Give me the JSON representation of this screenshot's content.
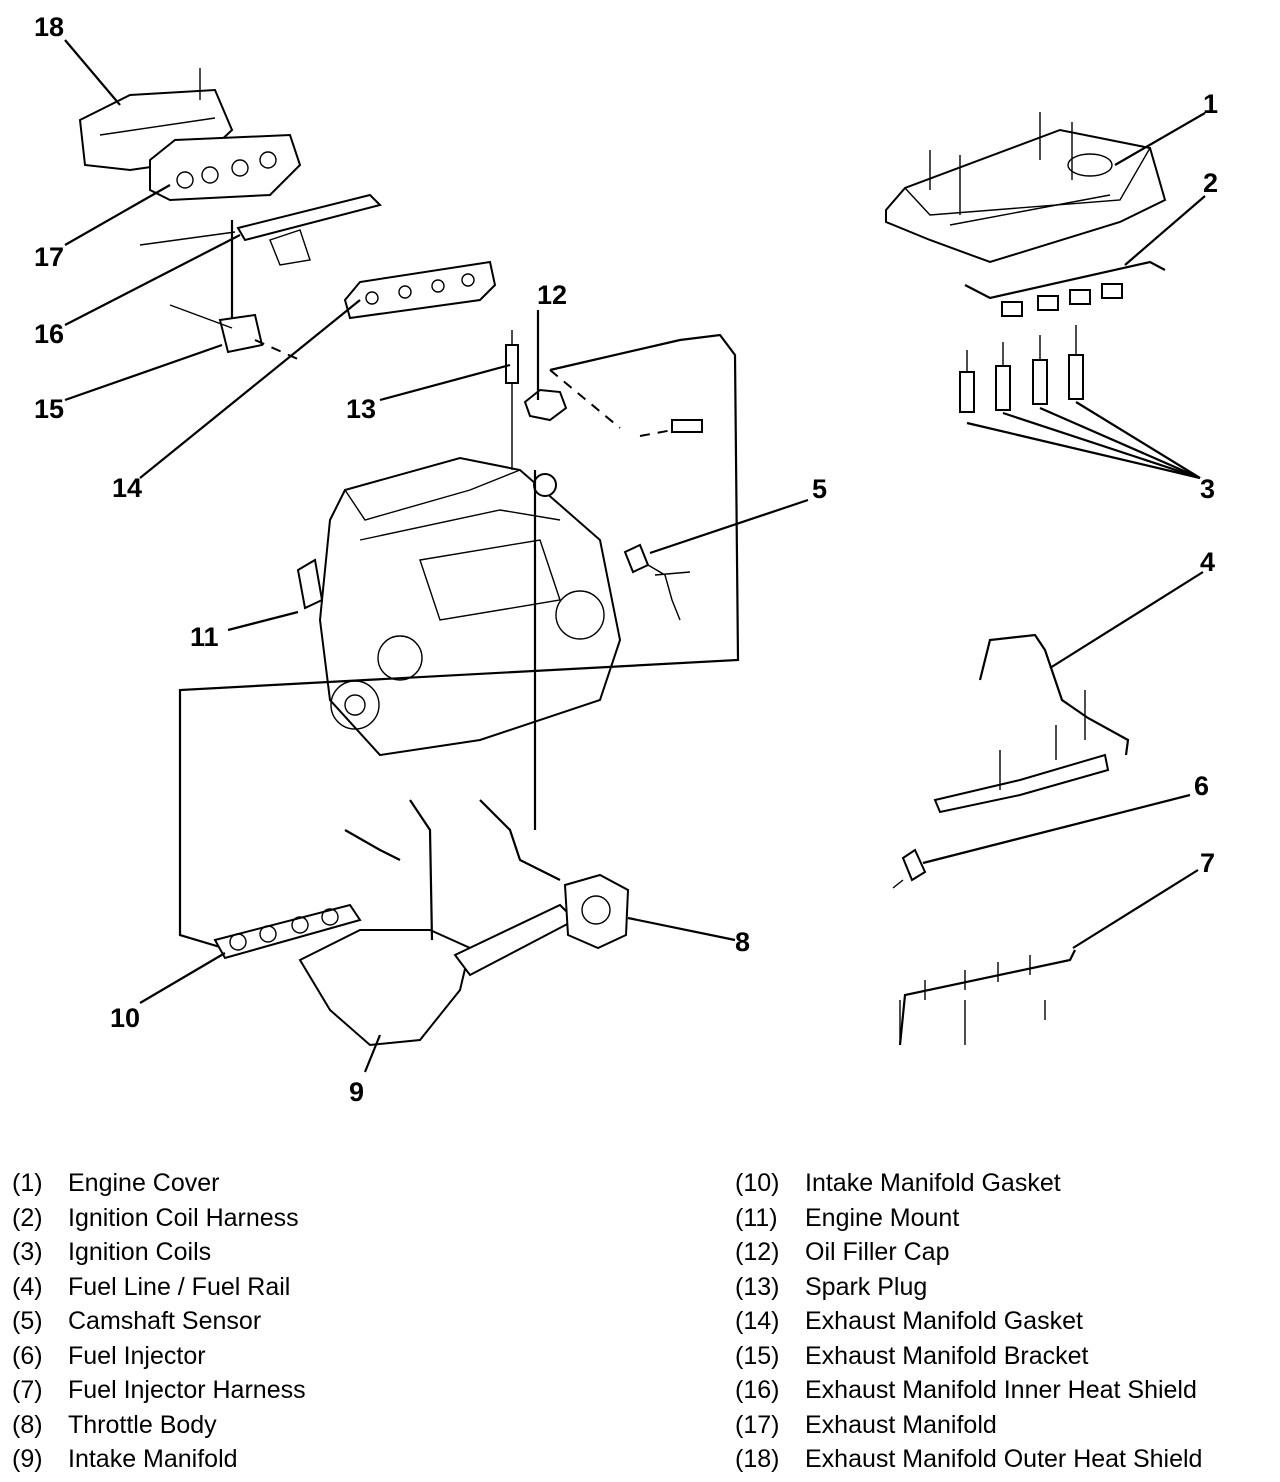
{
  "callouts": [
    "1",
    "2",
    "3",
    "4",
    "5",
    "6",
    "7",
    "8",
    "9",
    "10",
    "11",
    "12",
    "13",
    "14",
    "15",
    "16",
    "17",
    "18"
  ],
  "legend": {
    "left": [
      {
        "num": "(1)",
        "label": "Engine Cover"
      },
      {
        "num": "(2)",
        "label": "Ignition Coil Harness"
      },
      {
        "num": "(3)",
        "label": "Ignition Coils"
      },
      {
        "num": "(4)",
        "label": "Fuel Line / Fuel Rail"
      },
      {
        "num": "(5)",
        "label": "Camshaft Sensor"
      },
      {
        "num": "(6)",
        "label": "Fuel Injector"
      },
      {
        "num": "(7)",
        "label": "Fuel Injector Harness"
      },
      {
        "num": "(8)",
        "label": "Throttle Body"
      },
      {
        "num": "(9)",
        "label": "Intake Manifold"
      }
    ],
    "right": [
      {
        "num": "(10)",
        "label": "Intake Manifold Gasket"
      },
      {
        "num": "(11)",
        "label": "Engine Mount"
      },
      {
        "num": "(12)",
        "label": "Oil Filler Cap"
      },
      {
        "num": "(13)",
        "label": "Spark Plug"
      },
      {
        "num": "(14)",
        "label": "Exhaust Manifold Gasket"
      },
      {
        "num": "(15)",
        "label": "Exhaust Manifold Bracket"
      },
      {
        "num": "(16)",
        "label": "Exhaust Manifold Inner Heat Shield"
      },
      {
        "num": "(17)",
        "label": "Exhaust Manifold"
      },
      {
        "num": "(18)",
        "label": "Exhaust Manifold Outer Heat Shield"
      }
    ]
  }
}
